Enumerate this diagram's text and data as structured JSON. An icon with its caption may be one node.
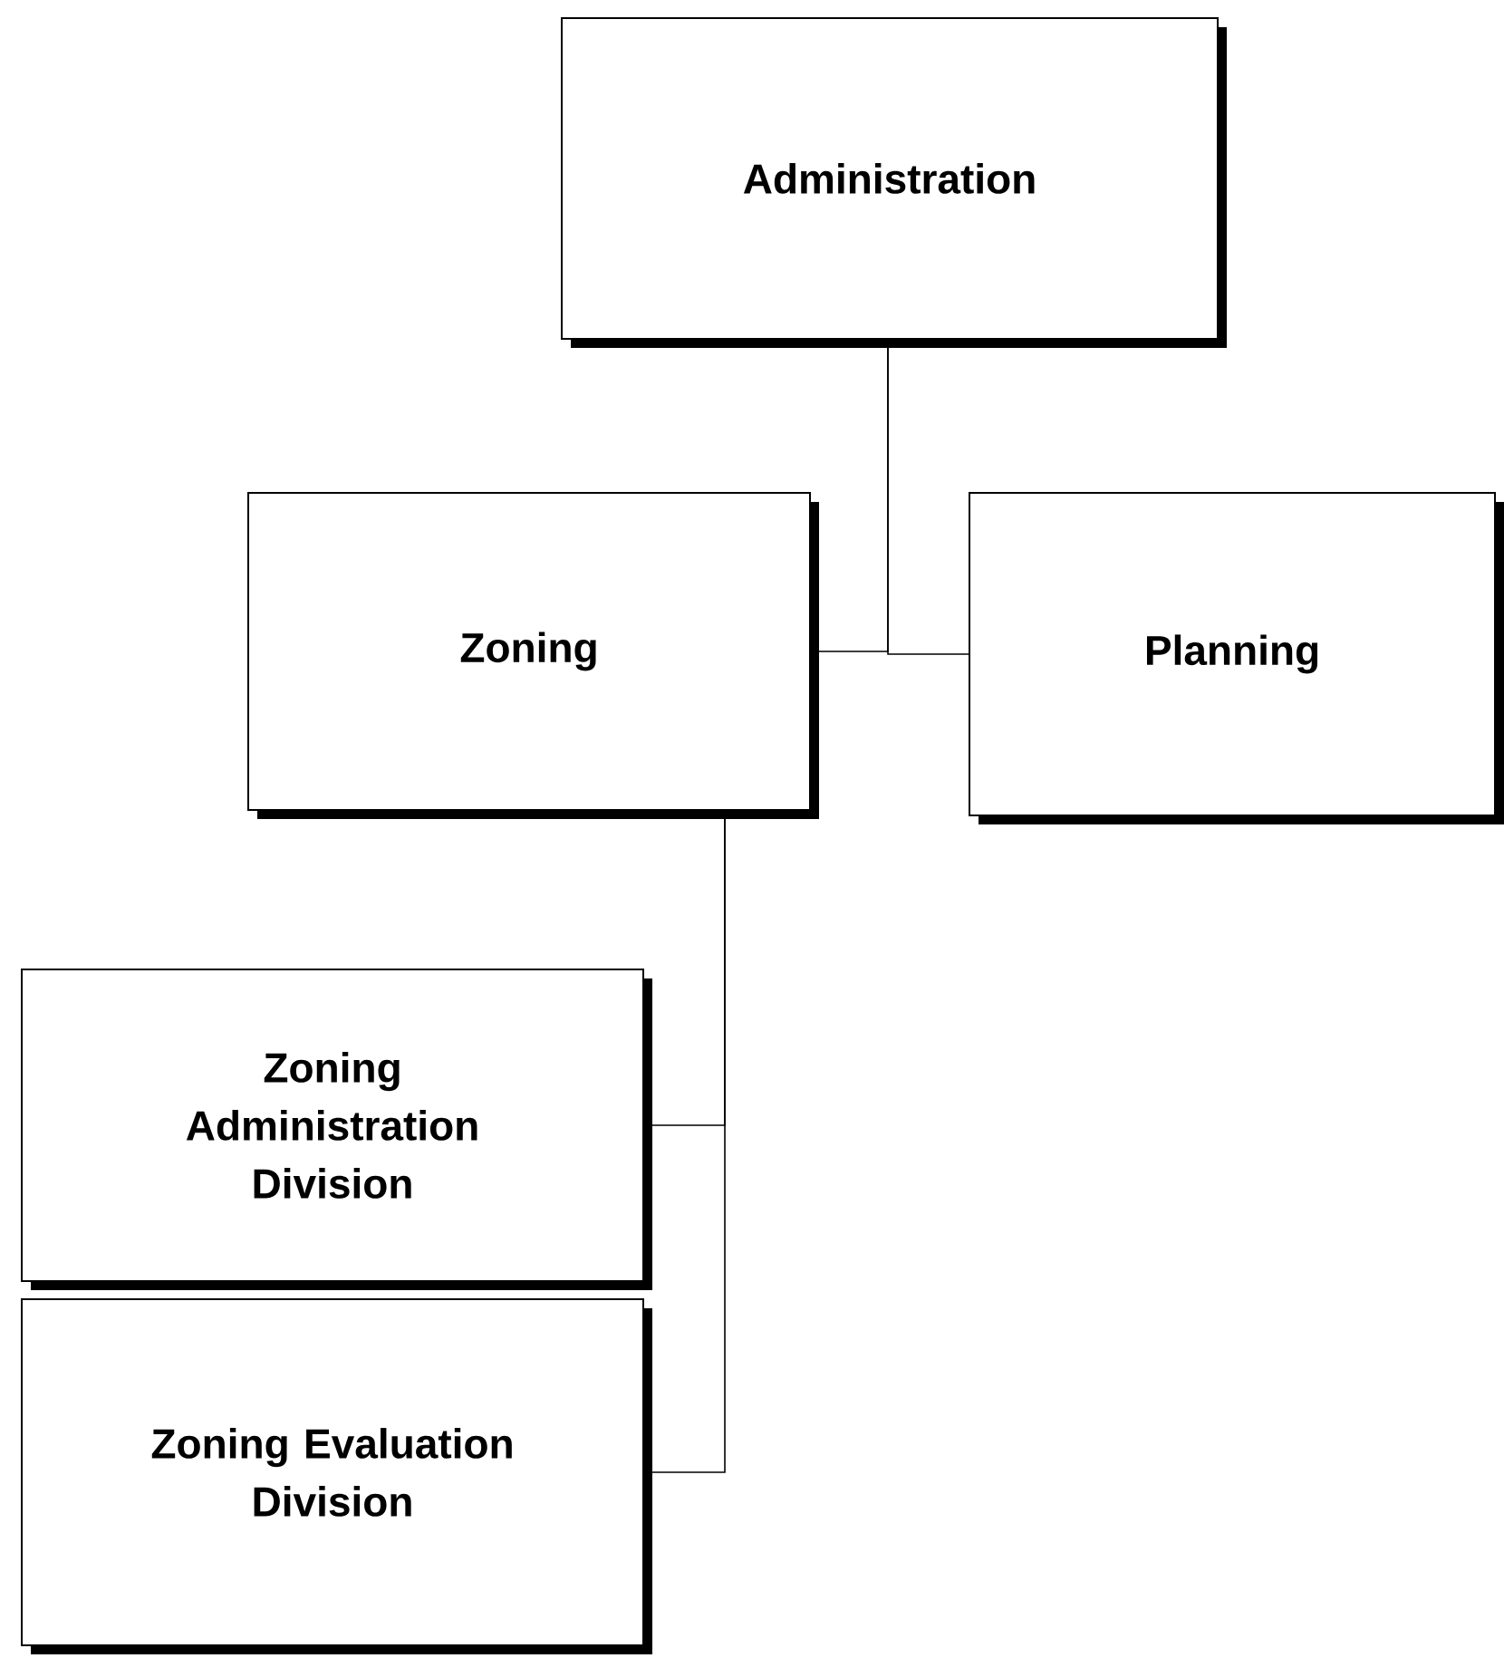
{
  "diagram": {
    "nodes": [
      {
        "text": [
          "Administration"
        ]
      },
      {
        "text": [
          "Zoning"
        ]
      },
      {
        "text": [
          "Planning"
        ]
      },
      {
        "text": [
          "Zoning Administration Division"
        ]
      },
      {
        "text": [
          "Zoning Evaluation Division"
        ]
      }
    ],
    "edges": [
      {
        "from": 0,
        "to": 1,
        "arrow": "none"
      },
      {
        "from": 0,
        "to": 2,
        "arrow": "none"
      },
      {
        "from": 1,
        "to": 3,
        "arrow": "none"
      },
      {
        "from": 1,
        "to": 4,
        "arrow": "none"
      }
    ]
  }
}
